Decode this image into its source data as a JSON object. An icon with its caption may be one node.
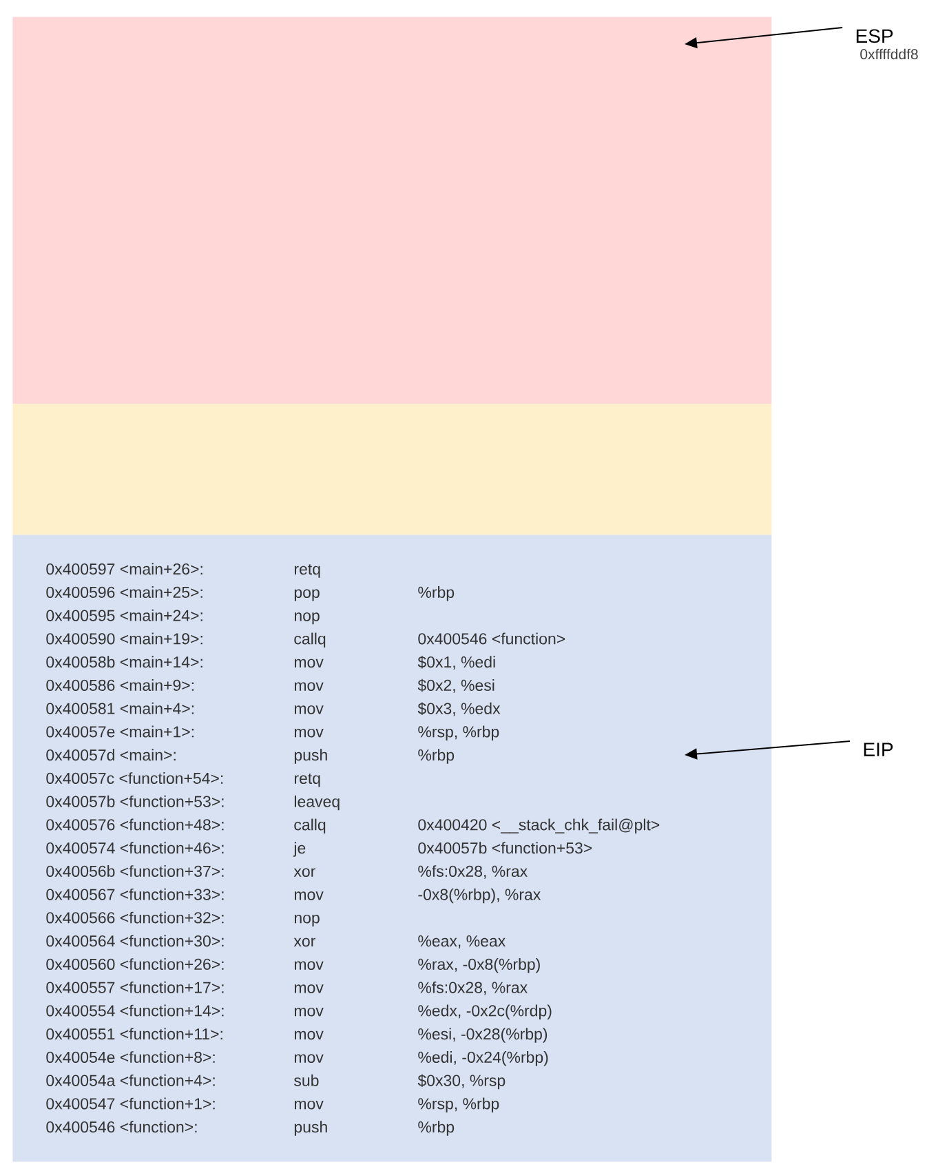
{
  "diagram": {
    "nodes": [
      {
        "text": [],
        "shape": "box"
      },
      {
        "text": [],
        "shape": "box"
      },
      {
        "text": [],
        "shape": "box"
      },
      {
        "text": [
          "ESP",
          "0xffffddf8"
        ]
      },
      {
        "text": [
          "EIP"
        ]
      }
    ],
    "edges": [
      {
        "from": 3,
        "to": 0,
        "arrow": "to"
      },
      {
        "from": 4,
        "to": 2,
        "arrow": "to"
      }
    ],
    "labels": [
      "0x400597 <main+26>:",
      "retq",
      "0x400596 <main+25>:",
      "pop",
      "%rbp",
      "0x400595 <main+24>:",
      "nop",
      "0x400590 <main+19>:",
      "callq",
      "0x400546 <function>",
      "0x40058b <main+14>:",
      "mov",
      "$0x1, %edi",
      "0x400586 <main+9>:",
      "mov",
      "$0x2, %esi",
      "0x400581 <main+4>:",
      "mov",
      "$0x3, %edx",
      "0x40057e <main+1>:",
      "mov",
      "%rsp, %rbp",
      "0x40057d <main>:",
      "push",
      "%rbp",
      "0x40057c <function+54>:",
      "retq",
      "0x40057b <function+53>:",
      "leaveq",
      "0x400576 <function+48>:",
      "callq",
      "0x400420 <__stack_chk_fail@plt>",
      "0x400574 <function+46>:",
      "je",
      "0x40057b <function+53>",
      "0x40056b <function+37>:",
      "xor",
      "%fs:0x28, %rax",
      "0x400567 <function+33>:",
      "mov",
      "-0x8(%rbp), %rax",
      "0x400566 <function+32>:",
      "nop",
      "0x400564 <function+30>:",
      "xor",
      "%eax, %eax",
      "0x400560 <function+26>:",
      "mov",
      "%rax, -0x8(%rbp)",
      "0x400557 <function+17>:",
      "mov",
      "%fs:0x28, %rax",
      "0x400554 <function+14>:",
      "mov",
      "%edx, -0x2c(%rdp)",
      "0x400551 <function+11>:",
      "mov",
      "%esi, -0x28(%rbp)",
      "0x40054e <function+8>:",
      "mov",
      "%edi, -0x24(%rbp)",
      "0x40054a <function+4>:",
      "sub",
      "$0x30, %rsp",
      "0x400547 <function+1>:",
      "mov",
      "%rsp, %rbp",
      "0x400546 <function>:",
      "push",
      "%rbp"
    ]
  }
}
